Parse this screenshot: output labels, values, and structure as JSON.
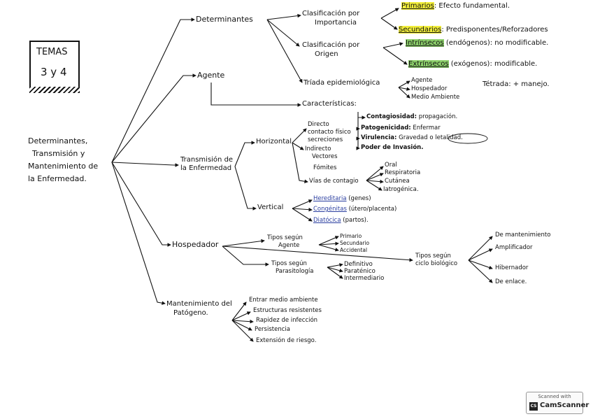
{
  "temas": {
    "line1": "TEMAS",
    "line2": "3 y 4"
  },
  "main_title": [
    "Determinantes,",
    "Transmisión y",
    "Mantenimiento de",
    "la Enfermedad."
  ],
  "determinantes": {
    "label": "Determinantes",
    "clas_importancia": [
      "Clasificación por",
      "Importancia"
    ],
    "primarios": "Primarios",
    "primarios_desc": ": Efecto fundamental.",
    "secundarios": "Secundarios",
    "secundarios_desc": ": Predisponentes/Reforzadores",
    "clas_origen": [
      "Clasificación por",
      "Origen"
    ],
    "intrinsecos": "Intrínsecos",
    "intrinsecos_desc": "(endógenos): no modificable.",
    "extrinsecos": "Extrínsecos",
    "extrinsecos_desc": "(exógenos): modificable."
  },
  "agente": {
    "label": "Agente",
    "triada": "Tríada epidemiológica",
    "triada_items": [
      "Agente",
      "Hospedador",
      "Medio Ambiente"
    ],
    "tetrada": "Tétrada: + manejo.",
    "caracteristicas": "Características:",
    "carac_items": [
      {
        "term": "Contagiosidad:",
        "desc": "propagación."
      },
      {
        "term": "Patogenicidad:",
        "desc": "Enfermar"
      },
      {
        "term": "Virulencia:",
        "desc": "Gravedad o letalidad."
      },
      {
        "term": "Poder de Invasión.",
        "desc": ""
      }
    ]
  },
  "transmision": {
    "label": [
      "Transmisión de",
      "la Enfermedad"
    ],
    "horizontal": "Horizontal",
    "directo": [
      "Directo",
      "contacto físico",
      "secreciones"
    ],
    "indirecto": [
      "Indirecto",
      "Vectores"
    ],
    "fomites": "Fómites",
    "vias": "Vías de contagio",
    "vias_items": [
      "Oral",
      "Respiratoria",
      "Cutánea",
      "Iatrogénica."
    ],
    "vertical": "Vertical",
    "vertical_items": [
      {
        "term": "Hereditaria",
        "desc": "(genes)"
      },
      {
        "term": "Congénitas",
        "desc": "(útero/placenta)"
      },
      {
        "term": "Diatócica",
        "desc": "(partos)."
      }
    ]
  },
  "hospedador": {
    "label": "Hospedador",
    "tipos_agente": [
      "Tipos según",
      "Agente"
    ],
    "tipos_agente_items": [
      "Primario",
      "Secundario",
      "Accidental"
    ],
    "tipos_parasito": [
      "Tipos según",
      "Parasitología"
    ],
    "tipos_parasito_items": [
      "Definitivo",
      "Paraténico",
      "Intermediario"
    ],
    "tipos_ciclo": [
      "Tipos según",
      "ciclo biológico"
    ],
    "tipos_ciclo_items": [
      "De mantenimiento",
      "Amplificador",
      "Hibernador",
      "De enlace."
    ]
  },
  "mantenimiento": {
    "label": [
      "Mantenimiento del",
      "Patógeno."
    ],
    "items": [
      "Entrar medio ambiente",
      "Estructuras resistentes",
      "Rapidez de infección",
      "Persistencia",
      "Extensión de riesgo."
    ]
  },
  "scanner": {
    "top": "Scanned with",
    "logo": "CS",
    "brand": "CamScanner"
  }
}
